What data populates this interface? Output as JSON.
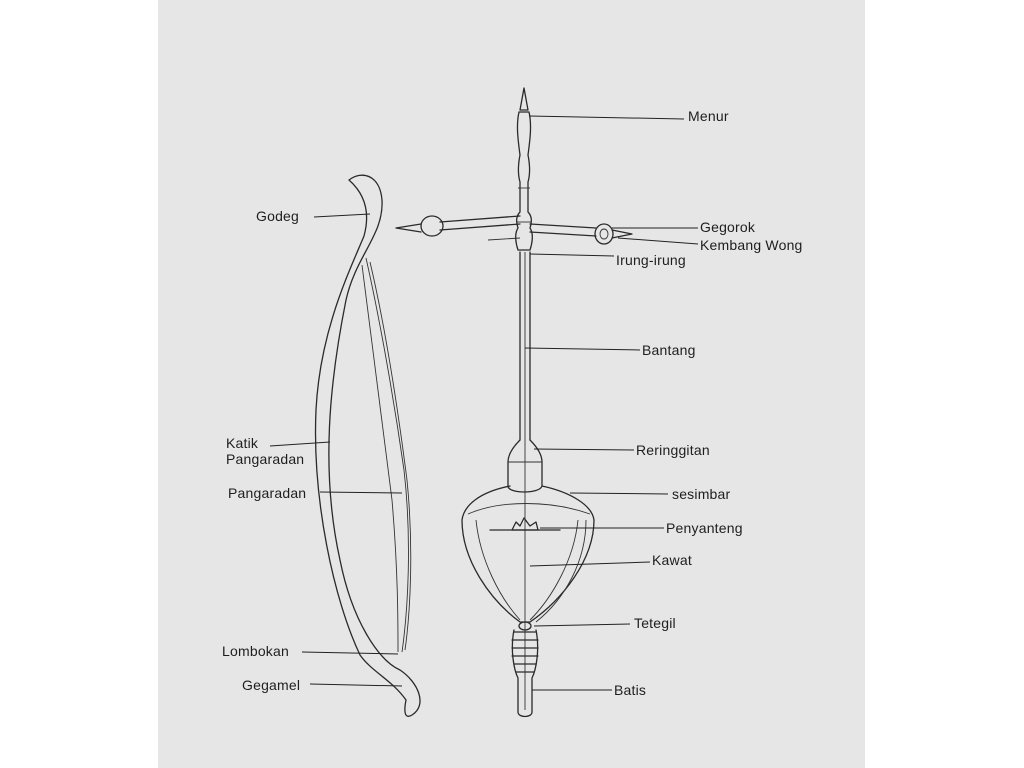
{
  "labels": {
    "menur": "Menur",
    "godeg": "Godeg",
    "gegorok": "Gegorok",
    "kembang_wong": "Kembang Wong",
    "irung_irung": "Irung-irung",
    "bantang": "Bantang",
    "katik": "Katik",
    "pangaradan_1": "Pangaradan",
    "reringgitan": "Reringgitan",
    "pangaradan_2": "Pangaradan",
    "sesimbar": "sesimbar",
    "penyanteng": "Penyanteng",
    "kawat": "Kawat",
    "tetegil": "Tetegil",
    "lombokan": "Lombokan",
    "gegamel": "Gegamel",
    "batis": "Batis"
  },
  "colors": {
    "paper": "#e6e6e6",
    "ink": "#2a2a2a",
    "background": "#ffffff"
  }
}
